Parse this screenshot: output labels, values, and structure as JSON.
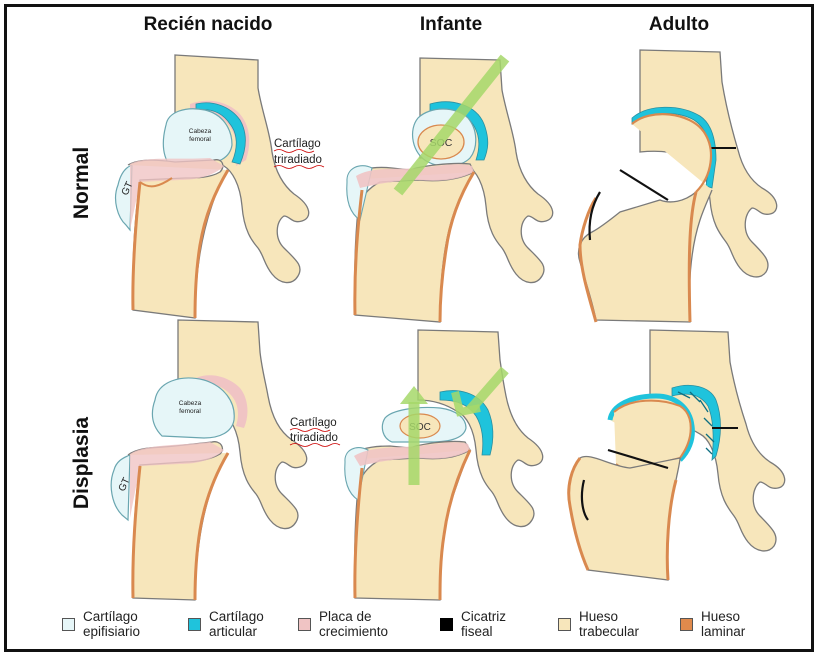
{
  "columns": [
    "Recién nacido",
    "Infante",
    "Adulto"
  ],
  "rows": [
    "Normal",
    "Displasia"
  ],
  "labels": {
    "cabeza_femoral_line1": "Cabeza",
    "cabeza_femoral_line2": "femoral",
    "cartilago_triradiado_line1": "Cartílago",
    "cartilago_triradiado_line2": "triradiado",
    "gt": "GT",
    "soc": "SOC"
  },
  "legend": [
    {
      "line1": "Cartílago",
      "line2": "epifisiario",
      "color": "#e6f6f8"
    },
    {
      "line1": "Cartílago",
      "line2": "articular",
      "color": "#1fc3dc"
    },
    {
      "line1": "Placa de",
      "line2": "crecimiento",
      "color": "#f0c4c4"
    },
    {
      "line1": "Cicatriz",
      "line2": "fiseal",
      "color": "#000000"
    },
    {
      "line1": "Hueso",
      "line2": "trabecular",
      "color": "#f7e6bb"
    },
    {
      "line1": "Hueso",
      "line2": "laminar",
      "color": "#e08a4c"
    }
  ],
  "colors": {
    "bone": "#f7e6bb",
    "cortical": "#d9894f",
    "growth_plate": "#f0c4c4",
    "epiphyseal": "#e6f6f8",
    "articular": "#1fc3dc",
    "arrow": "#a6d86a",
    "outline": "#7a7a7a"
  }
}
